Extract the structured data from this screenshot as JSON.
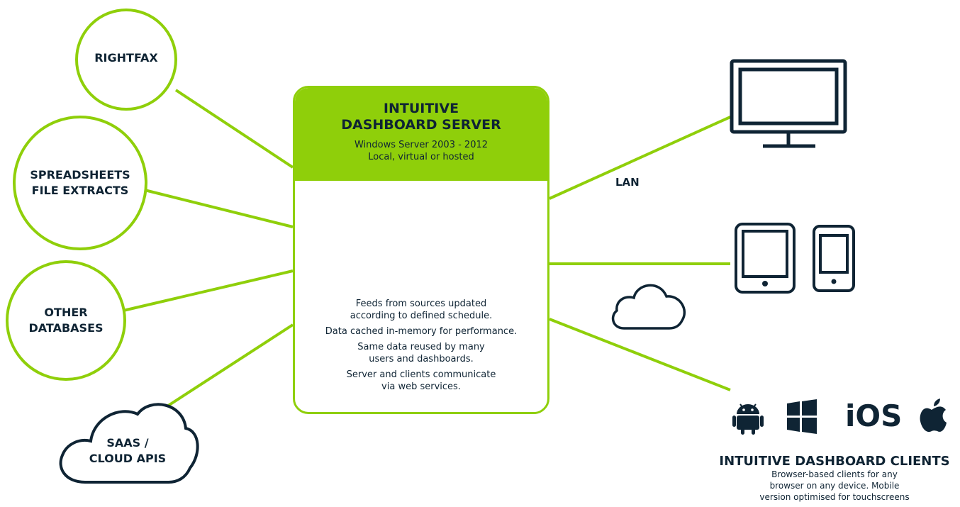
{
  "sources": [
    {
      "label_line1": "RIGHTFAX",
      "label_line2": ""
    },
    {
      "label_line1": "SPREADSHEETS",
      "label_line2": "FILE EXTRACTS"
    },
    {
      "label_line1": "OTHER",
      "label_line2": "DATABASES"
    },
    {
      "label_line1": "SAAS /",
      "label_line2": "CLOUD APIS"
    }
  ],
  "server": {
    "title_line1": "INTUITIVE",
    "title_line2": "DASHBOARD SERVER",
    "subtitle_line1": "Windows Server 2003 - 2012",
    "subtitle_line2": "Local, virtual or hosted",
    "notes": [
      {
        "line1": "Feeds from sources updated",
        "line2": "according to defined schedule."
      },
      {
        "line1": "Data cached in-memory for performance.",
        "line2": ""
      },
      {
        "line1": "Same data reused by many",
        "line2": "users and dashboards."
      },
      {
        "line1": "Server and clients communicate",
        "line2": "via web services."
      }
    ]
  },
  "connections": {
    "lan_label": "LAN"
  },
  "clients": {
    "platform_icons": [
      "android-icon",
      "windows-icon",
      "ios-text",
      "apple-icon"
    ],
    "ios_text": "iOS",
    "title": "INTUITIVE DASHBOARD CLIENTS",
    "desc_line1": "Browser-based clients for any",
    "desc_line2": "browser on any device. Mobile",
    "desc_line3": "version optimised for touchscreens"
  },
  "colors": {
    "accent": "#8fcf0a",
    "text": "#0f2434",
    "background": "#ffffff"
  }
}
